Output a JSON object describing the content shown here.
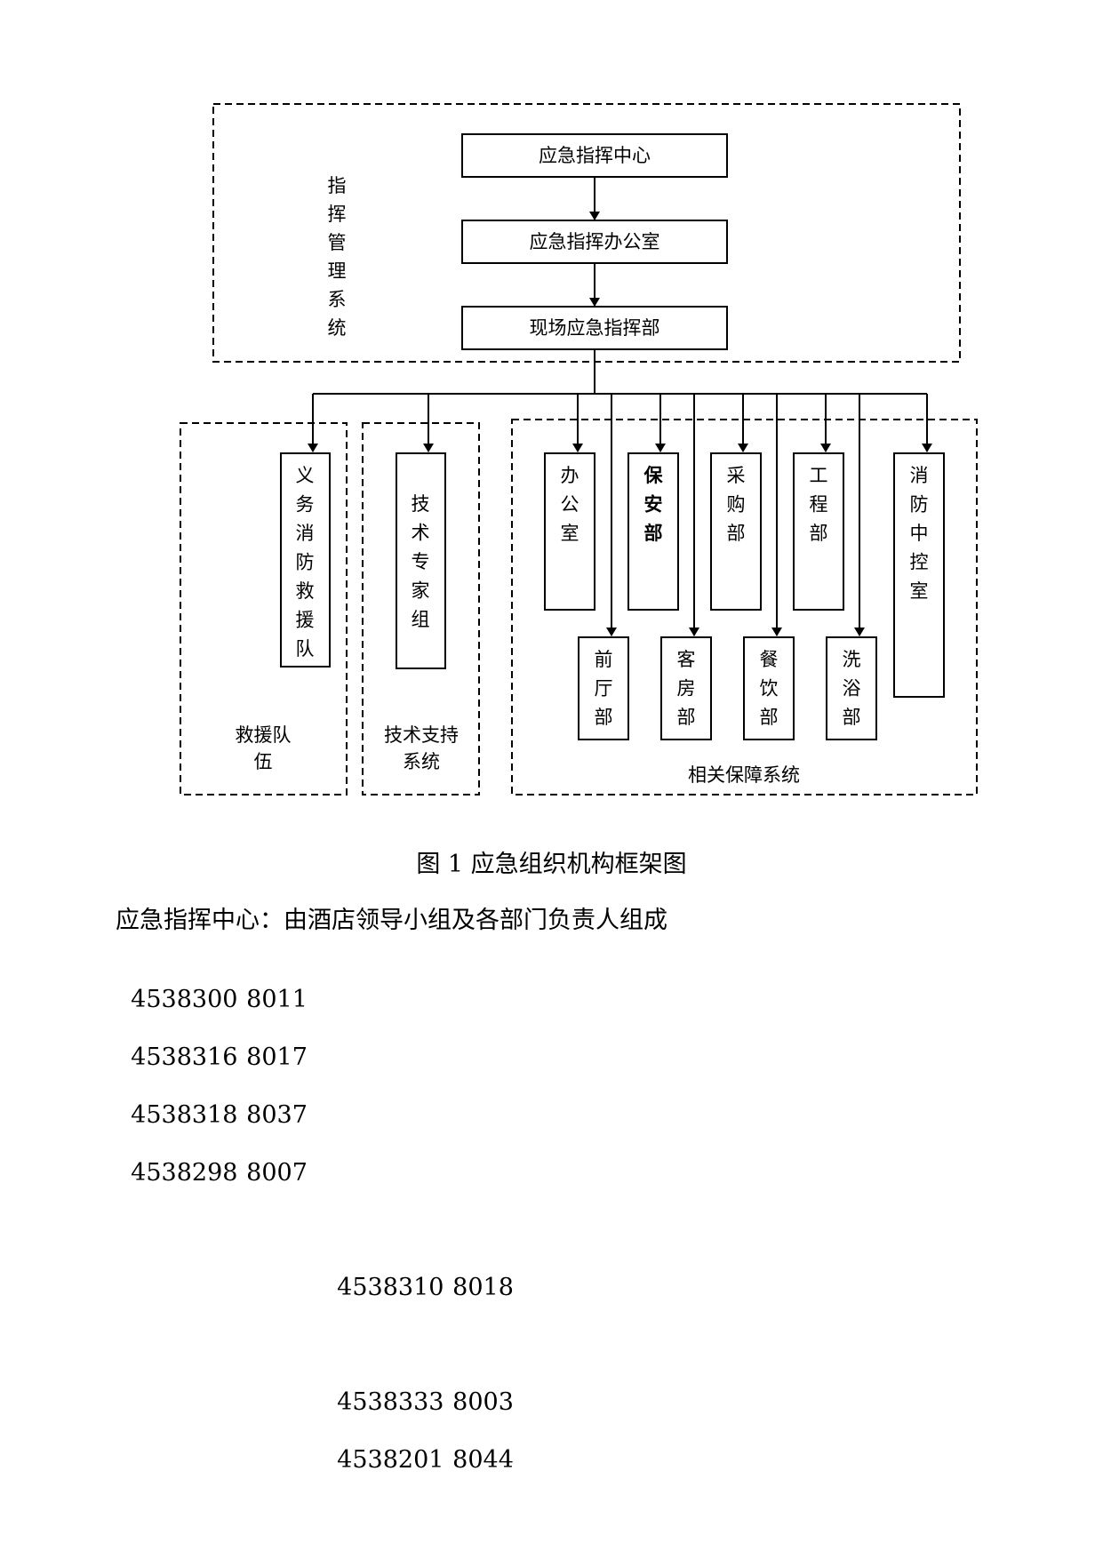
{
  "diagram": {
    "command_group_label": "指挥管理系统",
    "nodes": {
      "center": "应急指挥中心",
      "office": "应急指挥办公室",
      "field": "现场应急指挥部"
    },
    "groups": {
      "rescue_team": "救援队伍",
      "tech_support": "技术支持系统",
      "support_system": "相关保障系统"
    },
    "units": {
      "volunteer_fire": "义务消防救援队",
      "tech_experts": "技术专家组",
      "admin_office": "办公室",
      "security": "保安部",
      "procurement": "采购部",
      "engineering": "工程部",
      "fire_control_room": "消防中控室",
      "front_office": "前厅部",
      "housekeeping": "客房部",
      "food_beverage": "餐饮部",
      "bath": "洗浴部"
    }
  },
  "caption": "图 1 应急组织机构框架图",
  "description": "应急指挥中心：由酒店领导小组及各部门负责人组成",
  "contacts": [
    {
      "phone": "4538300",
      "ext": "8011"
    },
    {
      "phone": "4538316",
      "ext": "8017"
    },
    {
      "phone": "4538318",
      "ext": "8037"
    },
    {
      "phone": "4538298",
      "ext": "8007"
    },
    {
      "phone": "4538310",
      "ext": "8018"
    },
    {
      "phone": "4538333",
      "ext": "8003"
    },
    {
      "phone": "4538201",
      "ext": "8044"
    }
  ]
}
